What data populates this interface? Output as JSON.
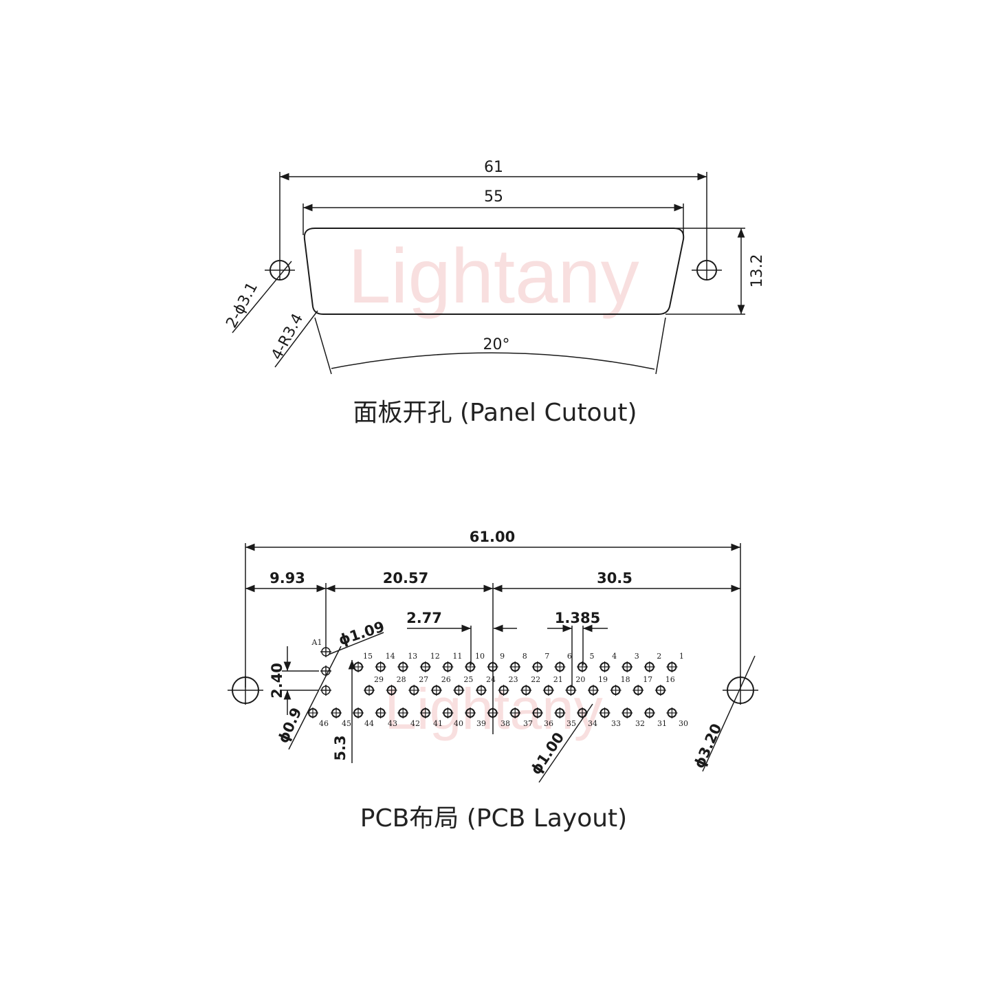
{
  "watermark": "Lightany",
  "panel": {
    "dim_overall": "61",
    "dim_opening": "55",
    "dim_height": "13.2",
    "dim_holes": "2-ϕ3.1",
    "dim_radius": "4-R3.4",
    "dim_angle": "20°",
    "caption": "面板开孔 (Panel Cutout)"
  },
  "pcb": {
    "dim_overall": "61.00",
    "dim_left": "9.93",
    "dim_mid": "20.57",
    "dim_right": "30.5",
    "dim_pitch": "2.77",
    "dim_half_pitch": "1.385",
    "dim_pin_hole": "ϕ1.09",
    "dim_row_pitch": "2.40",
    "dim_small_hole": "ϕ0.9",
    "dim_depth": "5.3",
    "dim_pin_dia": "ϕ1.00",
    "dim_mount_hole": "ϕ3.20",
    "label_a1": "A1",
    "caption": "PCB布局 (PCB Layout)",
    "row1_labels": [
      "15",
      "14",
      "13",
      "12",
      "11",
      "10",
      "9",
      "8",
      "7",
      "6",
      "5",
      "4",
      "3",
      "2",
      "1"
    ],
    "row2_labels": [
      "29",
      "28",
      "27",
      "26",
      "25",
      "24",
      "23",
      "22",
      "21",
      "20",
      "19",
      "18",
      "17",
      "16"
    ],
    "row3_labels": [
      "46",
      "45",
      "44",
      "43",
      "42",
      "41",
      "40",
      "39",
      "38",
      "37",
      "36",
      "35",
      "34",
      "33",
      "32",
      "31",
      "30"
    ]
  }
}
